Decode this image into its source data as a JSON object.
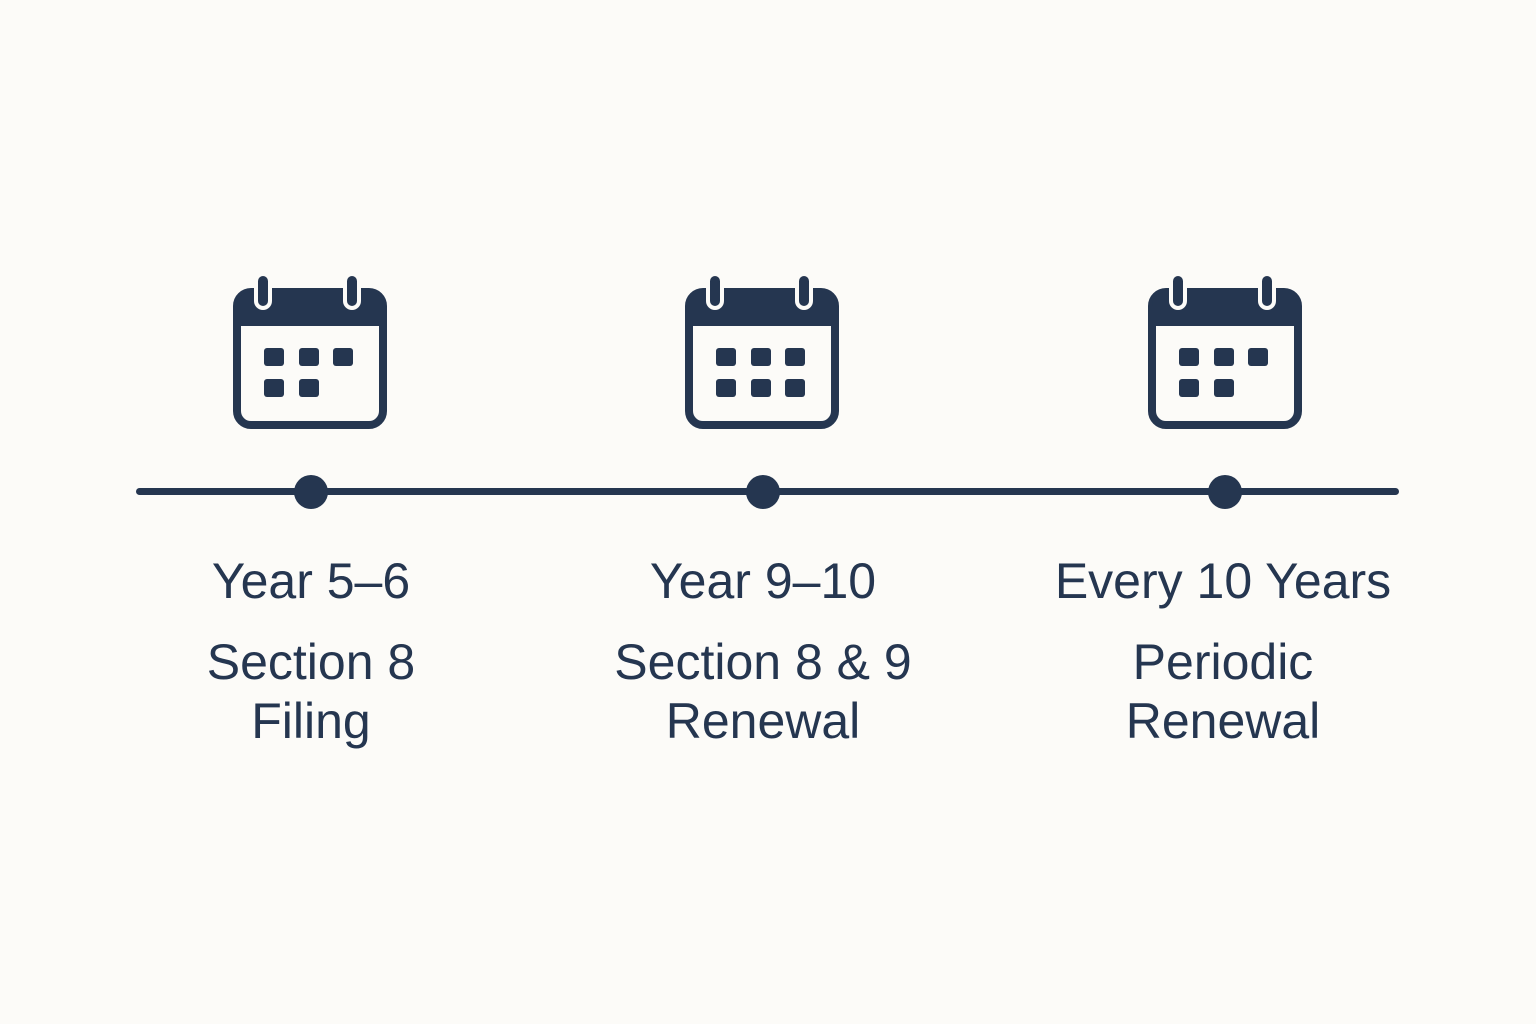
{
  "colors": {
    "background": "#fcfbf8",
    "primary": "#253650"
  },
  "milestones": [
    {
      "period": "Year 5–6",
      "description": "Section 8 Filing",
      "icon": "calendar-icon"
    },
    {
      "period": "Year 9–10",
      "description": "Section 8 & 9 Renewal",
      "icon": "calendar-icon"
    },
    {
      "period": "Every 10 Years",
      "description": "Periodic Renewal",
      "icon": "calendar-icon"
    }
  ]
}
